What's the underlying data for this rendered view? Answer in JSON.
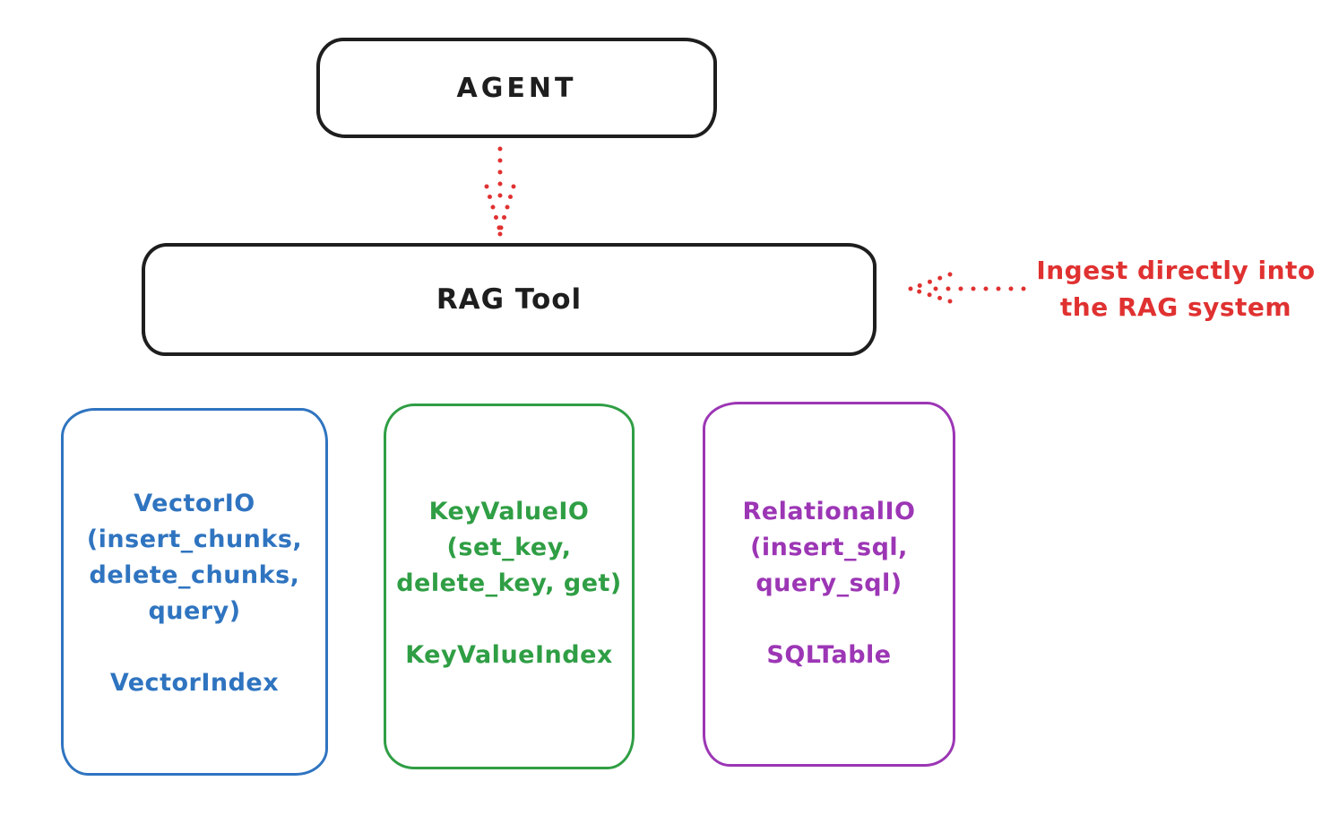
{
  "colors": {
    "black": "#1e1e1e",
    "red": "#e03131",
    "blue": "#2f74c0",
    "green": "#2f9e44",
    "purple": "#9c36b5"
  },
  "agent": {
    "label": "AGENT"
  },
  "rag_tool": {
    "label": "RAG Tool"
  },
  "annotation": {
    "line1": "Ingest directly into",
    "line2": "the RAG system"
  },
  "storage_boxes": [
    {
      "id": "vector",
      "color": "#2f74c0",
      "lines": [
        "VectorIO",
        "(insert_chunks,",
        "delete_chunks,",
        "query)"
      ],
      "index_label": "VectorIndex"
    },
    {
      "id": "keyvalue",
      "color": "#2f9e44",
      "lines": [
        "KeyValueIO",
        "(set_key,",
        "delete_key, get)"
      ],
      "index_label": "KeyValueIndex"
    },
    {
      "id": "relational",
      "color": "#9c36b5",
      "lines": [
        "RelationalIO",
        "(insert_sql,",
        "query_sql)"
      ],
      "index_label": "SQLTable"
    }
  ]
}
